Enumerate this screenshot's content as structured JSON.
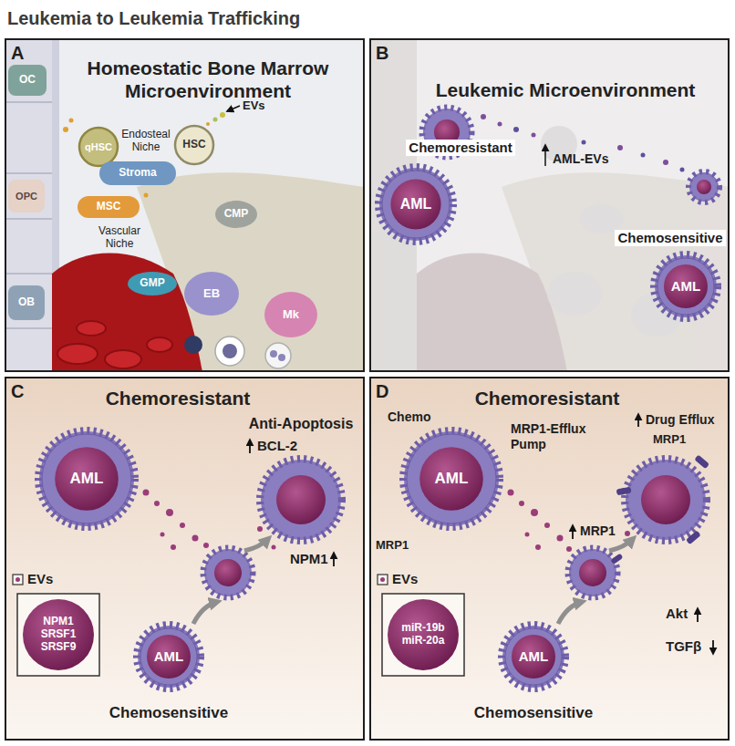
{
  "diagram": {
    "title": "Leukemia to Leukemia Trafficking",
    "nodes": [
      {
        "text": [
          "A",
          "Homeostatic Bone Marrow Microenvironment"
        ]
      },
      {
        "text": [
          "OC"
        ],
        "in": 0
      },
      {
        "text": [
          "qHSC"
        ],
        "in": 0
      },
      {
        "text": [
          "HSC"
        ],
        "in": 0
      },
      {
        "text": [
          "OPC"
        ],
        "in": 0
      },
      {
        "text": [
          "Stroma"
        ],
        "in": 0
      },
      {
        "text": [
          "MSC"
        ],
        "in": 0
      },
      {
        "text": [
          "CMP"
        ],
        "in": 0
      },
      {
        "text": [
          "GMP"
        ],
        "in": 0
      },
      {
        "text": [
          "EB"
        ],
        "in": 0
      },
      {
        "text": [
          "Mk"
        ],
        "in": 0
      },
      {
        "text": [
          "OB"
        ],
        "in": 0
      },
      {
        "text": [
          "B",
          "Leukemic Microenvironment"
        ]
      },
      {
        "text": [
          "AML"
        ],
        "in": 12
      },
      {
        "text": [
          "AML"
        ],
        "in": 12
      },
      {
        "text": [
          "C",
          "Chemoresistant"
        ]
      },
      {
        "text": [
          "AML"
        ],
        "in": 15
      },
      {
        "text": [
          "NPM1 SRSF1 SRSF9"
        ],
        "in": 15
      },
      {
        "text": [
          "AML"
        ],
        "in": 15
      },
      {
        "text": [
          "D",
          "Chemoresistant"
        ]
      },
      {
        "text": [
          "AML"
        ],
        "in": 19
      },
      {
        "text": [
          "miR-19b miR-20a"
        ],
        "in": 19
      },
      {
        "text": [
          "AML"
        ],
        "in": 19
      }
    ],
    "labels": [
      "Endosteal Niche",
      "EVs",
      "Vascular Niche",
      "Chemoresistant",
      "AML-EVs",
      "Chemosensitive",
      "Anti-Apoptosis",
      "BCL-2",
      "NPM1",
      "EVs",
      "Chemosensitive",
      "Chemo",
      "MRP1-Efflux Pump",
      "Drug Efflux",
      "MRP1",
      "MRP1",
      "MRP1",
      "Akt",
      "TGFβ",
      "EVs",
      "Chemosensitive"
    ]
  }
}
